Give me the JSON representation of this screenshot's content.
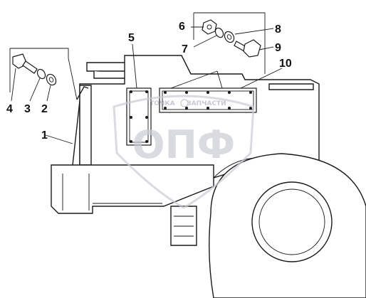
{
  "callouts": {
    "c1": "1",
    "c2": "2",
    "c3": "3",
    "c4": "4",
    "c5": "5",
    "c6": "6",
    "c7": "7",
    "c8": "8",
    "c9": "9",
    "c10": "10"
  },
  "watermark": {
    "logo": "ОПФ",
    "line1": "ТОЧКА",
    "line2": "ЗАПЧАСТИ"
  },
  "colors": {
    "line": "#1a1a1a",
    "watermark": "#c9ccd4"
  }
}
